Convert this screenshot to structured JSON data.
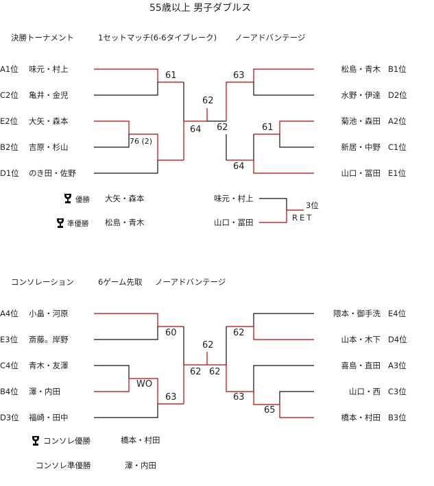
{
  "title": "55歳以上 男子ダブルス",
  "main": {
    "heading": "決勝トーナメント",
    "format": "1セットマッチ(6-6タイブレーク)",
    "rule": "ノーアドバンテージ",
    "left": [
      {
        "seed": "A1位",
        "name": "味元・村上"
      },
      {
        "seed": "C2位",
        "name": "亀井・金児"
      },
      {
        "seed": "E2位",
        "name": "大矢・森本"
      },
      {
        "seed": "B2位",
        "name": "吉原・杉山"
      },
      {
        "seed": "D1位",
        "name": "のき田・佐野"
      }
    ],
    "right": [
      {
        "seed": "B1位",
        "name": "松島・青木"
      },
      {
        "seed": "D2位",
        "name": "水野・伊達"
      },
      {
        "seed": "A2位",
        "name": "菊池・森田"
      },
      {
        "seed": "C1位",
        "name": "新居・中野"
      },
      {
        "seed": "E1位",
        "name": "山口・冨田"
      }
    ],
    "scores": {
      "l1": "61",
      "l2": "76 (2)",
      "l3": "64",
      "final": "62",
      "r_semi": "62",
      "r1": "63",
      "r2": "61",
      "r3": "64"
    },
    "winner_label": "優勝",
    "winner": "大矢・森本",
    "runner_up_label": "準優勝",
    "runner_up": "松島・青木",
    "third": {
      "team1": "味元・村上",
      "team2": "山口・冨田",
      "label": "3位",
      "result": "RET"
    }
  },
  "consolation": {
    "heading": "コンソレーション",
    "format": "6ゲーム先取",
    "rule": "ノーアドバンテージ",
    "left": [
      {
        "seed": "A4位",
        "name": "小畠・河原"
      },
      {
        "seed": "E3位",
        "name": "斎藤。岸野"
      },
      {
        "seed": "C4位",
        "name": "青木・友澤"
      },
      {
        "seed": "B4位",
        "name": "澤・内田"
      },
      {
        "seed": "D3位",
        "name": "福崎・田中"
      }
    ],
    "right": [
      {
        "seed": "E4位",
        "name": "隈本・御手洗"
      },
      {
        "seed": "D4位",
        "name": "山本・木下"
      },
      {
        "seed": "A3位",
        "name": "喜島・直田"
      },
      {
        "seed": "C3位",
        "name": "山口・西"
      },
      {
        "seed": "B3位",
        "name": "橋本・村田"
      }
    ],
    "scores": {
      "l1": "60",
      "l2": "WO",
      "l3": "63",
      "l_semi": "62",
      "final": "62",
      "r_semi": "62",
      "r1": "62",
      "r3": "63",
      "r2": "65"
    },
    "winner_label": "コンソレ優勝",
    "winner": "橋本・村田",
    "runner_up_label": "コンソレ準優勝",
    "runner_up": "澤・内田"
  },
  "colors": {
    "winner_line": "#c00000",
    "line": "#111111"
  },
  "icons": [
    "trophy-icon"
  ]
}
